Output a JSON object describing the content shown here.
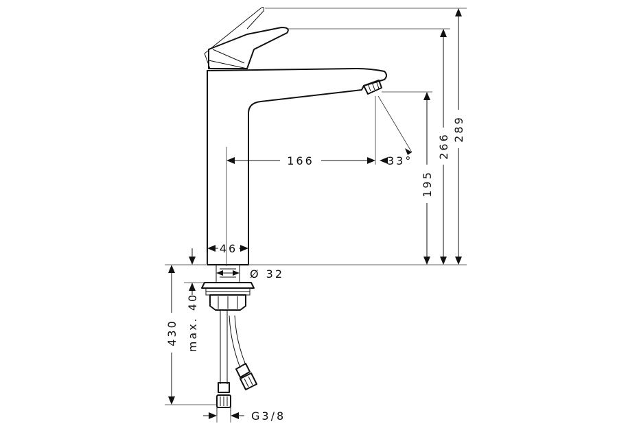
{
  "drawing": {
    "dimensions": {
      "total_height": "289",
      "lever_height": "266",
      "spout_height": "195",
      "spout_reach": "166",
      "spout_angle": "33°",
      "body_width": "46",
      "mount_diameter": "Ø 32",
      "supply_hose_length": "430",
      "max_deck_thickness": "max. 40",
      "connection_thread": "G3/8"
    },
    "colors": {
      "line": "#111111",
      "background": "#ffffff"
    }
  }
}
